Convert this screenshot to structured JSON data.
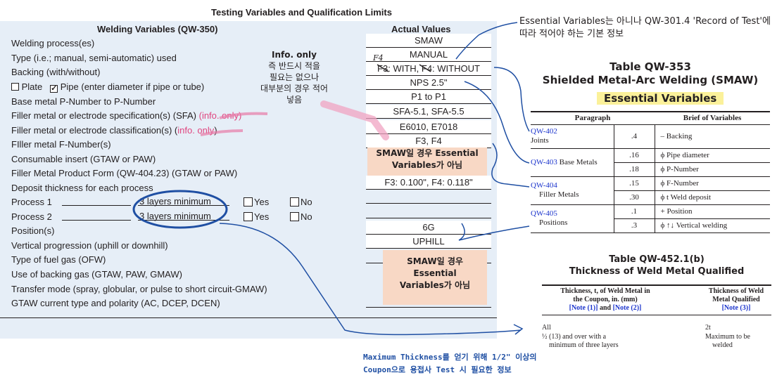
{
  "form": {
    "title": "Testing Variables and Qualification Limits",
    "col_variables": "Welding Variables (QW-350)",
    "col_values": "Actual Values",
    "rows": [
      {
        "label": "Welding process(es)",
        "value": "SMAW"
      },
      {
        "label": "Type (i.e.; manual, semi-automatic) used",
        "value": "MANUAL"
      },
      {
        "label": "Backing (with/without)",
        "value": "F3: WITH, F4: WITHOUT"
      },
      {
        "label": "",
        "value": "NPS 2.5\""
      },
      {
        "label": "Base metal P-Number to P-Number",
        "value": "P1 to P1"
      },
      {
        "label": "Filler metal or electrode specification(s) (SFA)",
        "value": "SFA-5.1, SFA-5.5"
      },
      {
        "label": "Filler metal or electrode classification(s) (info. only)",
        "value": "E6010, E7018"
      },
      {
        "label": "FIller metal F-Number(s)",
        "value": "F3, F4"
      },
      {
        "label": "Consumable insert (GTAW or PAW)",
        "value": ""
      },
      {
        "label": "Filler Metal Product Form (QW-404.23) (GTAW or PAW)",
        "value": ""
      },
      {
        "label": "Deposit thickness for each process",
        "value": "F3: 0.100\", F4: 0.118\""
      },
      {
        "label": "Process 1",
        "value": ""
      },
      {
        "label": "Process 2",
        "value": ""
      },
      {
        "label": "Position(s)",
        "value": "6G"
      },
      {
        "label": "Vertical progression (uphill or downhill)",
        "value": "UPHILL"
      },
      {
        "label": "Type of fuel gas (OFW)",
        "value": ""
      },
      {
        "label": "Use of backing gas (GTAW, PAW, GMAW)",
        "value": ""
      },
      {
        "label": "Transfer mode (spray, globular, or pulse to short circuit-GMAW)",
        "value": ""
      },
      {
        "label": "GTAW current type and polarity (AC, DCEP, DCEN)",
        "value": ""
      }
    ],
    "spec_prefix": "Filler metal or electrode specification(s) (SFA)",
    "spec_suffix": "(info. only)",
    "class_prefix": "Filler metal or electrode classification(s) (",
    "class_mid": "info. only",
    "class_suffix": ")",
    "plate_label": "Plate",
    "pipe_label": "Pipe (enter diameter if pipe or tube)",
    "process_value": "3 layers minimum",
    "yes_label": "Yes",
    "no_label": "No",
    "handwritten_f4_top": "F4",
    "handwritten_f3": "F3",
    "handwritten_f4": "F4"
  },
  "annotations": {
    "info_only_title": "Info. only",
    "info_only_lines": [
      "즉 반드시 적을",
      "필요는 없으나",
      "대부분의 경우 적어",
      "넣음"
    ],
    "smaw_note_1": [
      "SMAW일 경우 Essential",
      "Variables가 아님"
    ],
    "smaw_note_2": [
      "SMAW일 경우",
      "Essential",
      "Variables가 아님"
    ],
    "top_note": "Essential Variables는 아니나  QW-301.4 'Record of Test'에 따라 적어야 하는 기본 정보",
    "bottom_note": "Maximum Thickness를 얻기 위해 1/2\" 이상의 Coupon으로 용접사 Test 시 필요한 정보"
  },
  "table_353": {
    "title_line1": "Table QW-353",
    "title_line2": "Shielded Metal-Arc Welding (SMAW)",
    "badge": "Essential Variables",
    "head_paragraph": "Paragraph",
    "head_brief": "Brief of Variables",
    "rows": [
      {
        "para_link": "QW-402",
        "para_text": "Joints",
        "num": ".4",
        "brief": "–  Backing"
      },
      {
        "para_link": "QW-403",
        "para_text": "Base Metals",
        "num": ".16",
        "brief": "ϕ  Pipe diameter"
      },
      {
        "para_link": "",
        "para_text": "",
        "num": ".18",
        "brief": "ϕ  P-Number"
      },
      {
        "para_link": "QW-404",
        "para_text": "Filler Metals",
        "num": ".15",
        "brief": "ϕ  F-Number"
      },
      {
        "para_link": "",
        "para_text": "",
        "num": ".30",
        "brief": "ϕ  t Weld deposit"
      },
      {
        "para_link": "QW-405",
        "para_text": "Positions",
        "num": ".1",
        "brief": "+  Position"
      },
      {
        "para_link": "",
        "para_text": "",
        "num": ".3",
        "brief": "ϕ  ↑↓ Vertical welding"
      }
    ]
  },
  "table_452": {
    "title_line1": "Table QW-452.1(b)",
    "title_line2": "Thickness of Weld Metal Qualified",
    "head_left_1": "Thickness, t, of Weld Metal in",
    "head_left_2": "the Coupon, in. (mm)",
    "head_left_note1": "[Note (1)]",
    "head_left_and": " and ",
    "head_left_note2": "[Note (2)]",
    "head_right_1": "Thickness of Weld",
    "head_right_2": "Metal Qualified",
    "head_right_note": "[Note (3)]",
    "row1_left": "All",
    "row1_right": "2t",
    "row2_left_1": "½ (13) and over with a",
    "row2_left_2": "minimum of three layers",
    "row2_right_1": "Maximum to be",
    "row2_right_2": "welded"
  },
  "colors": {
    "panel": "#e6eef7",
    "note_box": "#f8d8c5",
    "highlight": "#fbf19a",
    "pink": "#e0457f",
    "ink_blue": "#1f4fa3",
    "link": "#1a33cc"
  }
}
